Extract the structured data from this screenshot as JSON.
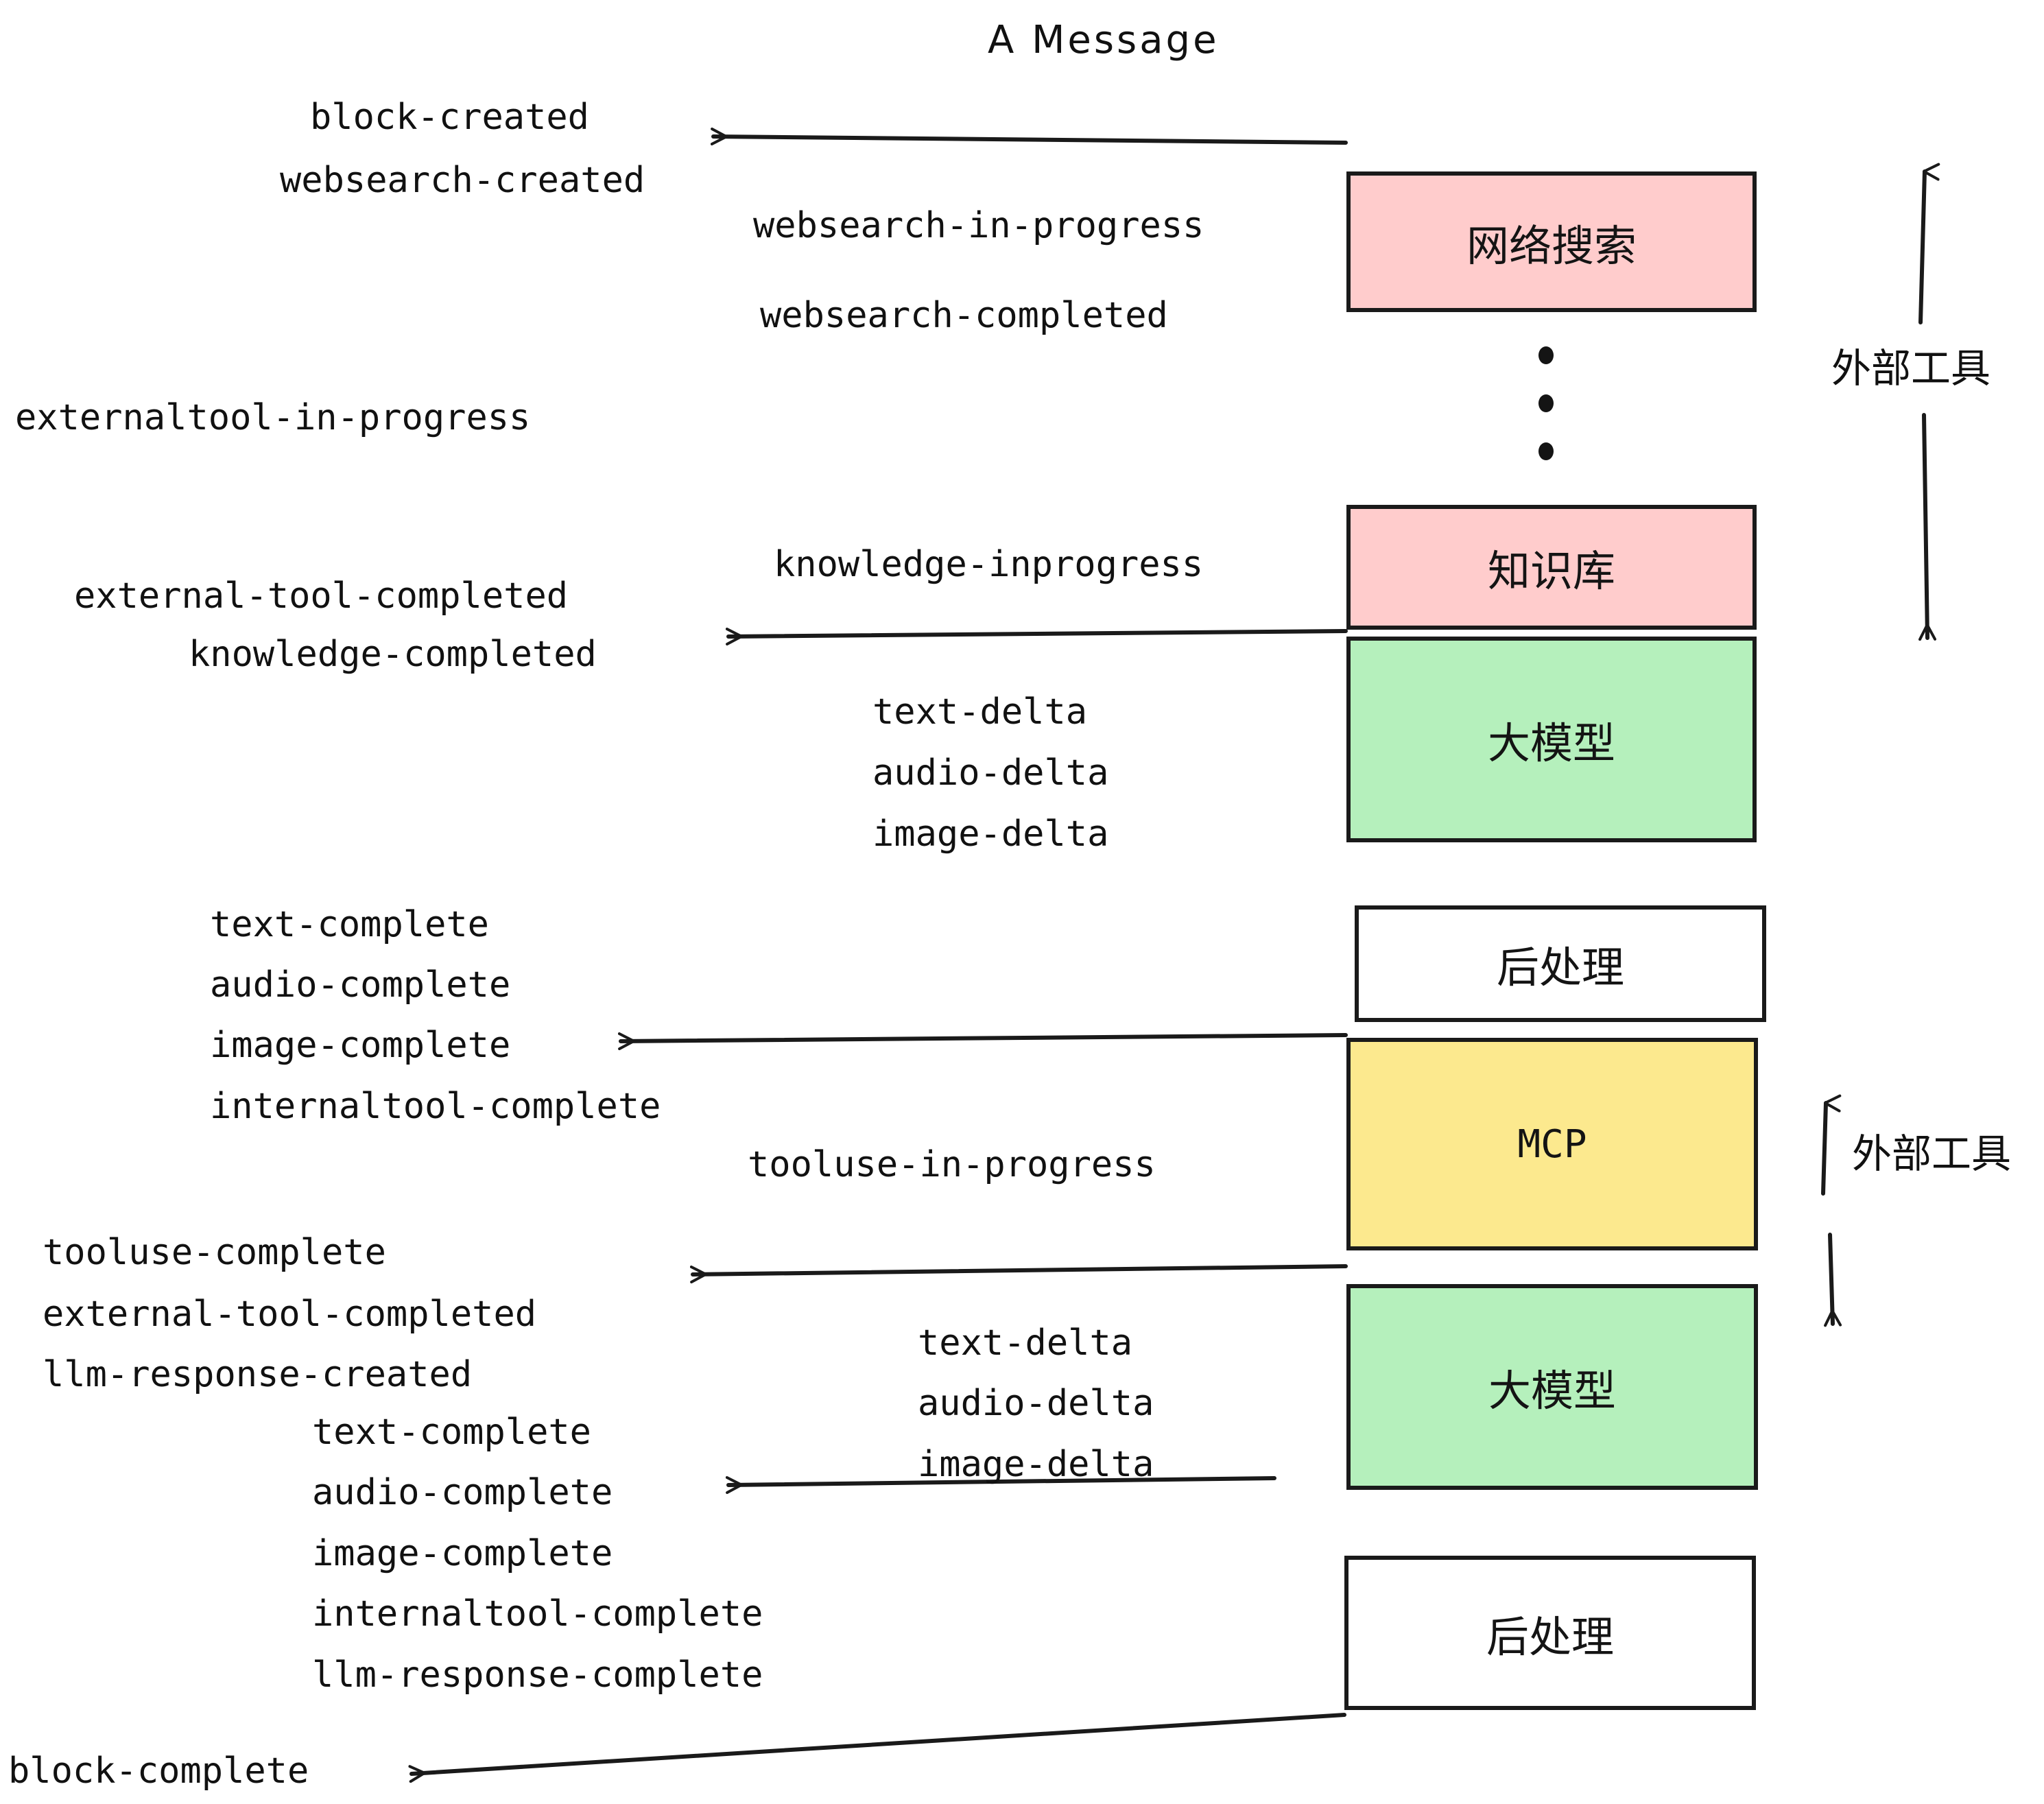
{
  "title": "A Message",
  "events": {
    "block_created": "block-created",
    "websearch_created": "websearch-created",
    "websearch_in_progress": "websearch-in-progress",
    "websearch_completed": "websearch-completed",
    "externaltool_in_progress": "externaltool-in-progress",
    "knowledge_inprogress": "knowledge-inprogress",
    "external_tool_completed_1": "external-tool-completed",
    "knowledge_completed": "knowledge-completed",
    "text_delta_1": "text-delta",
    "audio_delta_1": "audio-delta",
    "image_delta_1": "image-delta",
    "text_complete_1": "text-complete",
    "audio_complete_1": "audio-complete",
    "image_complete_1": "image-complete",
    "internaltool_complete_1": "internaltool-complete",
    "tooluse_in_progress": "tooluse-in-progress",
    "tooluse_complete": "tooluse-complete",
    "external_tool_completed_2": "external-tool-completed",
    "llm_response_created": "llm-response-created",
    "text_delta_2": "text-delta",
    "audio_delta_2": "audio-delta",
    "image_delta_2": "image-delta",
    "text_complete_2": "text-complete",
    "audio_complete_2": "audio-complete",
    "image_complete_2": "image-complete",
    "internaltool_complete_2": "internaltool-complete",
    "llm_response_complete": "llm-response-complete",
    "block_complete": "block-complete"
  },
  "nodes": {
    "websearch": "网络搜索",
    "knowledge_base": "知识库",
    "llm_1": "大模型",
    "postprocess_1": "后处理",
    "mcp": "MCP",
    "llm_2": "大模型",
    "postprocess_2": "后处理"
  },
  "annotations": {
    "external_tool_top": "外部工具",
    "external_tool_bottom": "外部工具"
  },
  "colors": {
    "pink": "#FFCCCC",
    "green": "#B5F0BC",
    "yellow": "#FCE98E",
    "white": "#FFFFFF",
    "stroke": "#1A1A1A"
  }
}
